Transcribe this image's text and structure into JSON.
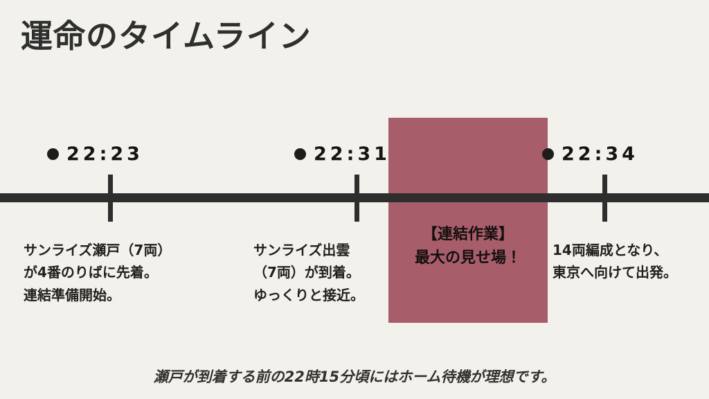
{
  "slide": {
    "title": "運命のタイムライン",
    "background_color": "#f2f1ec",
    "axis_color": "#2e2e2e",
    "accent_color": "#a85d6b",
    "accent_dark_color": "#6d1f2e",
    "text_color": "#22201e"
  },
  "timeline": {
    "markers": [
      {
        "dot": "bullet-dot-icon",
        "time": "22:23",
        "caption_lines": [
          "サンライズ瀬戸（7両）",
          "が4番のりばに先着。",
          "連結準備開始。"
        ]
      },
      {
        "dot": "bullet-dot-icon",
        "time": "22:31",
        "caption_lines": [
          "サンライズ出雲",
          "（7両）が到着。",
          "ゆっくりと接近。"
        ]
      },
      {
        "dot": "bullet-dot-icon",
        "time": "22:34",
        "caption_lines": [
          "14両編成となり、",
          "東京へ向けて出発。"
        ]
      }
    ]
  },
  "highlight": {
    "lines": [
      "【連結作業】",
      "最大の見せ場！"
    ]
  },
  "footer": {
    "note": "瀬戸が到着する前の22時15分頃にはホーム待機が理想です。"
  }
}
